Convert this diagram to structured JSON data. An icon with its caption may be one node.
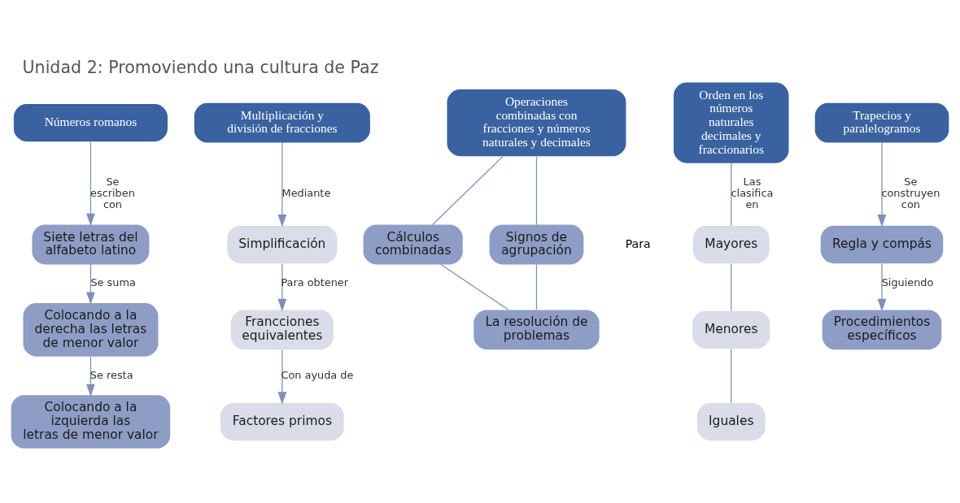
{
  "diagram": {
    "title": "Unidad 2: Promoviendo una cultura de Paz",
    "nodes": [
      {
        "text": [
          "Números romanos"
        ]
      },
      {
        "text": [
          "Siete letras del alfabeto latino"
        ]
      },
      {
        "text": [
          "Colocando a la derecha las letras de menor valor"
        ]
      },
      {
        "text": [
          "Colocando a la izquierda las letras de menor valor"
        ]
      },
      {
        "text": [
          "Multiplicación y división de fracciones"
        ]
      },
      {
        "text": [
          "Simplificación"
        ]
      },
      {
        "text": [
          "Francciones equivalentes"
        ]
      },
      {
        "text": [
          "Factores primos"
        ]
      },
      {
        "text": [
          "Operaciones combinadas con fracciones y números naturales y decimales"
        ]
      },
      {
        "text": [
          "Cálculos combinadas"
        ]
      },
      {
        "text": [
          "Signos de agrupación"
        ]
      },
      {
        "text": [
          "La resolución de problemas"
        ]
      },
      {
        "text": [
          "Orden en los números naturales decimales y fraccionarios"
        ]
      },
      {
        "text": [
          "Mayores"
        ]
      },
      {
        "text": [
          "Menores"
        ]
      },
      {
        "text": [
          "Iguales"
        ]
      },
      {
        "text": [
          "Trapecios y paralelogramos"
        ]
      },
      {
        "text": [
          "Regla y compás"
        ]
      },
      {
        "text": [
          "Procedimientos específicos"
        ]
      }
    ],
    "edges": [
      {
        "from": 0,
        "to": 1,
        "arrow": "to",
        "label": "Se escriben con"
      },
      {
        "from": 1,
        "to": 2,
        "arrow": "to",
        "label": "Se suma"
      },
      {
        "from": 2,
        "to": 3,
        "arrow": "to",
        "label": "Se resta"
      },
      {
        "from": 4,
        "to": 5,
        "arrow": "to",
        "label": "Mediante"
      },
      {
        "from": 5,
        "to": 6,
        "arrow": "to",
        "label": "Para obtener"
      },
      {
        "from": 6,
        "to": 7,
        "arrow": "to",
        "label": "Con ayuda de"
      },
      {
        "from": 8,
        "to": 9,
        "arrow": "none"
      },
      {
        "from": 8,
        "to": 10,
        "arrow": "none"
      },
      {
        "from": 9,
        "to": 11,
        "arrow": "none"
      },
      {
        "from": 10,
        "to": 11,
        "arrow": "none"
      },
      {
        "from": 12,
        "to": 13,
        "arrow": "none",
        "label": "Las clasifica en"
      },
      {
        "from": 13,
        "to": 14,
        "arrow": "none"
      },
      {
        "from": 14,
        "to": 15,
        "arrow": "none"
      },
      {
        "from": 16,
        "to": 17,
        "arrow": "to",
        "label": "Se construyen con"
      },
      {
        "from": 17,
        "to": 18,
        "arrow": "to",
        "label": "Siguiendo"
      }
    ],
    "labels": [
      "Para"
    ]
  }
}
